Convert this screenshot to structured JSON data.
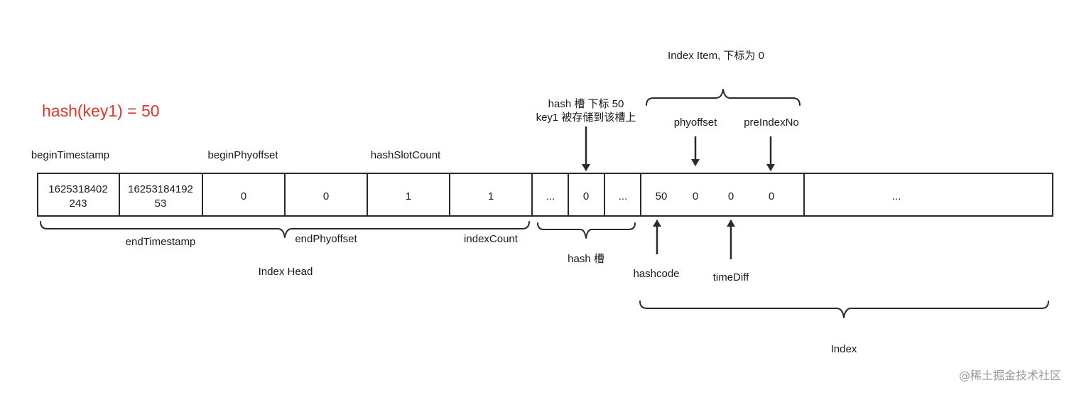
{
  "formula": "hash(key1) = 50",
  "watermark": "@稀土掘金技术社区",
  "head_labels": {
    "begin_timestamp": "beginTimestamp",
    "begin_phyoffset": "beginPhyoffset",
    "hash_slot_count": "hashSlotCount",
    "end_timestamp": "endTimestamp",
    "end_phyoffset": "endPhyoffset",
    "index_count": "indexCount",
    "index_head": "Index Head"
  },
  "head_cells": {
    "begin_timestamp": [
      "1625318402",
      "243"
    ],
    "end_timestamp": [
      "16253184192",
      "53"
    ],
    "begin_phyoffset": "0",
    "end_phyoffset": "0",
    "hash_slot_count": "1",
    "index_count": "1"
  },
  "hash_slots": {
    "cells": [
      "...",
      "0",
      "..."
    ],
    "annotation": [
      "hash 槽 下标 50",
      "key1 被存储到该槽上"
    ],
    "group_label": "hash 槽"
  },
  "index_item": {
    "title": "Index Item, 下标为 0",
    "values": [
      "50",
      "0",
      "0",
      "0"
    ],
    "phyoffset": "phyoffset",
    "pre_index_no": "preIndexNo",
    "hashcode": "hashcode",
    "time_diff": "timeDiff"
  },
  "index_rest": "...",
  "index_label": "Index"
}
